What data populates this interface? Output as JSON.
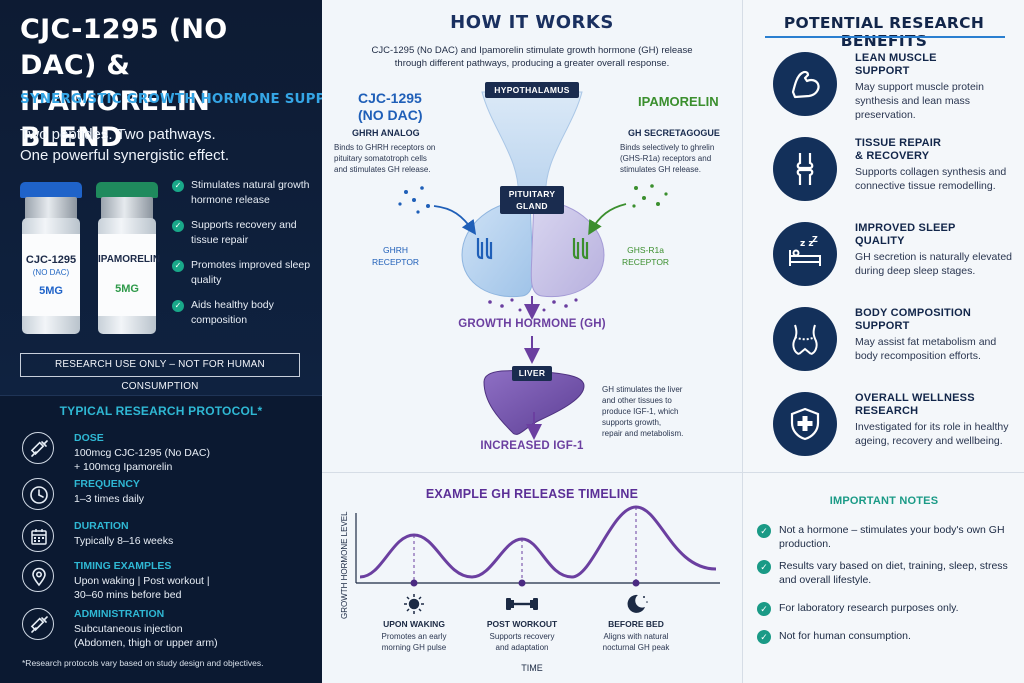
{
  "hero": {
    "title": "CJC-1295 (NO DAC) & IPAMORELIN BLEND",
    "subtitle": "SYNERGISTIC GROWTH HORMONE SUPPORT",
    "tagline_1": "Two peptides. Two pathways.",
    "tagline_2": "One powerful synergistic effect.",
    "vials": [
      {
        "name": "CJC-1295",
        "sub": "(NO DAC)",
        "dose": "5MG",
        "cap_color": "#1f63c9",
        "dose_color": "#1f63c9"
      },
      {
        "name": "IPAMORELIN",
        "sub": "",
        "dose": "5MG",
        "cap_color": "#1f8a5d",
        "dose_color": "#2f9a4a"
      }
    ],
    "checks": [
      "Stimulates natural growth hormone release",
      "Supports recovery and tissue repair",
      "Promotes improved sleep quality",
      "Aids healthy body composition"
    ],
    "ruo": "RESEARCH USE ONLY – NOT FOR HUMAN CONSUMPTION"
  },
  "protocol": {
    "title": "TYPICAL RESEARCH PROTOCOL*",
    "items": [
      {
        "label": "DOSE",
        "line1": "100mcg CJC-1295 (No DAC)",
        "line2": "+ 100mcg Ipamorelin",
        "icon": "syringe-icon"
      },
      {
        "label": "FREQUENCY",
        "line1": "1–3 times daily",
        "line2": "",
        "icon": "clock-icon"
      },
      {
        "label": "DURATION",
        "line1": "Typically 8–16 weeks",
        "line2": "",
        "icon": "calendar-icon"
      },
      {
        "label": "TIMING EXAMPLES",
        "line1": "Upon waking  |  Post workout  |",
        "line2": "30–60 mins before bed",
        "icon": "location-pin-icon"
      },
      {
        "label": "ADMINISTRATION",
        "line1": "Subcutaneous injection",
        "line2": "(Abdomen, thigh or upper arm)",
        "icon": "syringe-icon"
      }
    ],
    "footnote": "*Research protocols vary based on study design and objectives."
  },
  "how": {
    "title": "HOW IT WORKS",
    "intro_1": "CJC-1295 (No DAC) and Ipamorelin stimulate growth hormone (GH) release",
    "intro_2": "through different pathways, producing a greater overall response.",
    "hypothalamus": "HYPOTHALAMUS",
    "pituitary_1": "PITUITARY",
    "pituitary_2": "GLAND",
    "cjc_1": "CJC-1295",
    "cjc_2": "(NO DAC)",
    "cjc_role": "GHRH ANALOG",
    "cjc_desc_1": "Binds to GHRH receptors on",
    "cjc_desc_2": "pituitary somatotroph cells",
    "cjc_desc_3": "and stimulates GH release.",
    "ipa": "IPAMORELIN",
    "ipa_role": "GH SECRETAGOGUE",
    "ipa_desc_1": "Binds selectively to ghrelin",
    "ipa_desc_2": "(GHS-R1a) receptors and",
    "ipa_desc_3": "stimulates GH release.",
    "ghrh_1": "GHRH",
    "ghrh_2": "RECEPTOR",
    "ghs_1": "GHS-R1a",
    "ghs_2": "RECEPTOR",
    "gh": "GROWTH HORMONE (GH)",
    "liver": "LIVER",
    "liver_desc_1": "GH stimulates the liver",
    "liver_desc_2": "and other tissues to",
    "liver_desc_3": "produce IGF-1, which",
    "liver_desc_4": "supports growth,",
    "liver_desc_5": "repair and metabolism.",
    "igf": "INCREASED IGF-1",
    "colors": {
      "cjc": "#1f5fb8",
      "ipa": "#3b8f2e",
      "gh": "#6b3fa0"
    }
  },
  "timeline": {
    "title": "EXAMPLE GH RELEASE TIMELINE",
    "ylabel": "GROWTH HORMONE LEVEL",
    "xlabel": "TIME",
    "events": [
      {
        "name": "UPON WAKING",
        "desc_1": "Promotes an early",
        "desc_2": "morning GH pulse",
        "icon": "sun-icon"
      },
      {
        "name": "POST WORKOUT",
        "desc_1": "Supports recovery",
        "desc_2": "and adaptation",
        "icon": "dumbbell-icon"
      },
      {
        "name": "BEFORE BED",
        "desc_1": "Aligns with natural",
        "desc_2": "nocturnal GH peak",
        "icon": "moon-icon"
      }
    ]
  },
  "benefits": {
    "title": "POTENTIAL RESEARCH BENEFITS",
    "items": [
      {
        "head_1": "LEAN MUSCLE",
        "head_2": "SUPPORT",
        "desc": "May support muscle protein synthesis and lean mass preservation.",
        "icon": "flexed-arm-icon"
      },
      {
        "head_1": "TISSUE REPAIR",
        "head_2": "& RECOVERY",
        "desc": "Supports collagen synthesis and connective tissue remodelling.",
        "icon": "knee-joint-icon"
      },
      {
        "head_1": "IMPROVED SLEEP",
        "head_2": "QUALITY",
        "desc": "GH secretion is naturally elevated during deep sleep stages.",
        "icon": "sleep-bed-icon"
      },
      {
        "head_1": "BODY COMPOSITION",
        "head_2": "SUPPORT",
        "desc": "May assist fat metabolism and body recomposition efforts.",
        "icon": "waist-measure-icon"
      },
      {
        "head_1": "OVERALL WELLNESS",
        "head_2": "RESEARCH",
        "desc": "Investigated for its role in healthy ageing, recovery and wellbeing.",
        "icon": "shield-cross-icon"
      }
    ]
  },
  "notes": {
    "title": "IMPORTANT NOTES",
    "items": [
      "Not a hormone – stimulates your body's own GH production.",
      "Results vary based on diet, training, sleep, stress and overall lifestyle.",
      "For laboratory research purposes only.",
      "Not for human consumption."
    ]
  }
}
